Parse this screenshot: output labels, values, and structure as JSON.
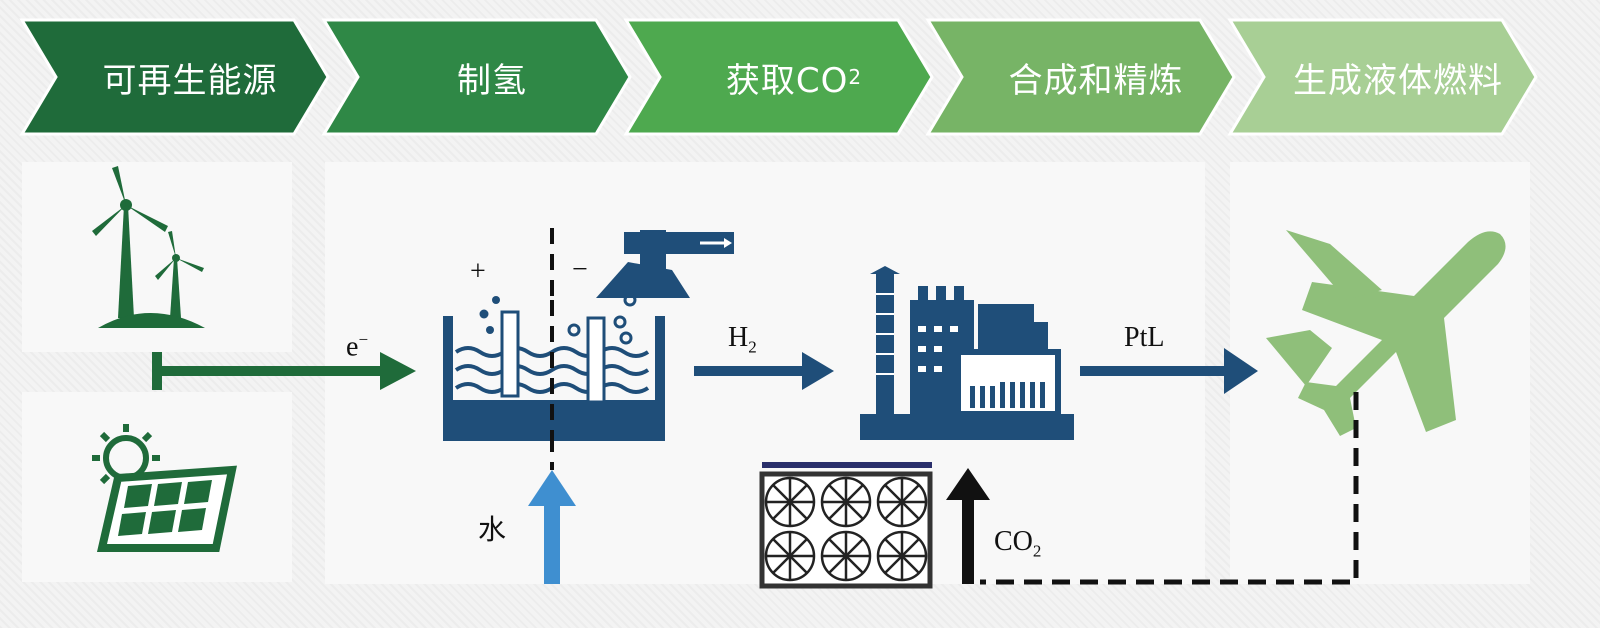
{
  "stages": [
    {
      "label": "可再生能源",
      "color": "#1f6b3a"
    },
    {
      "label": "制氢",
      "color": "#2f8846"
    },
    {
      "label": "获取CO",
      "sub": "2",
      "color": "#4ea94f"
    },
    {
      "label": "合成和精炼",
      "color": "#77b466"
    },
    {
      "label": "生成液体燃料",
      "color": "#a8cf95"
    }
  ],
  "labels": {
    "electron": "e",
    "electron_sup": "−",
    "hydrogen": "H",
    "hydrogen_sub": "2",
    "ptl": "PtL",
    "water": "水",
    "co2": "CO",
    "co2_sub": "2",
    "anode": "+",
    "cathode": "−"
  },
  "colors": {
    "dark_green": "#1f6b3a",
    "navy": "#1f4e79",
    "light_blue": "#3f8fd0",
    "plane_green": "#8fbf7a",
    "panel": "#f7f7f7"
  },
  "icons": [
    "wind-turbine-icon",
    "solar-panel-icon",
    "electrolyzer-icon",
    "refinery-icon",
    "airplane-icon",
    "direct-air-capture-icon"
  ]
}
